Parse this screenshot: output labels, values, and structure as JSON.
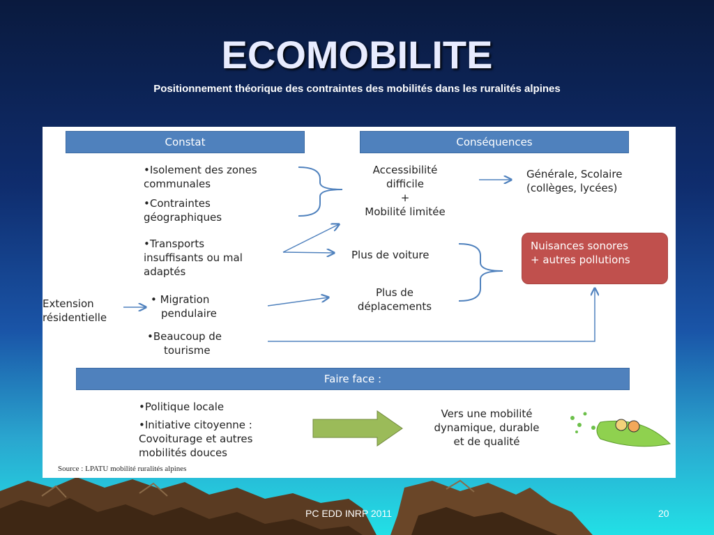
{
  "slide": {
    "title": "ECOMOBILITE",
    "subtitle": "Positionnement théorique des contraintes des mobilités dans les ruralités alpines"
  },
  "diagram": {
    "headers": {
      "constat": "Constat",
      "consequences": "Conséquences",
      "faire_face": "Faire face :"
    },
    "constat": {
      "isolement": [
        "•Isolement des zones",
        "communales"
      ],
      "contraintes": [
        "•Contraintes",
        "géographiques"
      ],
      "transports": [
        "•Transports",
        "insuffisants ou mal",
        "adaptés"
      ],
      "extension": [
        "Extension",
        "résidentielle"
      ],
      "migration": [
        "• Migration",
        "pendulaire"
      ],
      "tourisme": [
        "•Beaucoup de",
        "tourisme"
      ]
    },
    "consequences": {
      "accessibilite": [
        "Accessibilité",
        "difficile",
        "+",
        "Mobilité limitée"
      ],
      "generale": [
        "Générale, Scolaire",
        "(collèges, lycées)"
      ],
      "voiture": "Plus de voiture",
      "deplacements": [
        "Plus de",
        "déplacements"
      ],
      "nuisances": [
        "Nuisances sonores",
        "+ autres pollutions"
      ]
    },
    "faire_face": {
      "politique": "•Politique locale",
      "initiative": [
        "•Initiative citoyenne :",
        "Covoiturage et autres",
        "mobilités douces"
      ],
      "vers": [
        "Vers une mobilité",
        "dynamique, durable",
        "et de qualité"
      ]
    },
    "source": "Source : LPATU mobilité ruralités alpines"
  },
  "footer": {
    "center": "PC EDD INRP 2011",
    "page": "20"
  },
  "colors": {
    "header_blue": "#4f81bd",
    "nuisance_red": "#c0504d",
    "arrow_green": "#9bbb59",
    "connector_blue": "#4f81bd"
  }
}
